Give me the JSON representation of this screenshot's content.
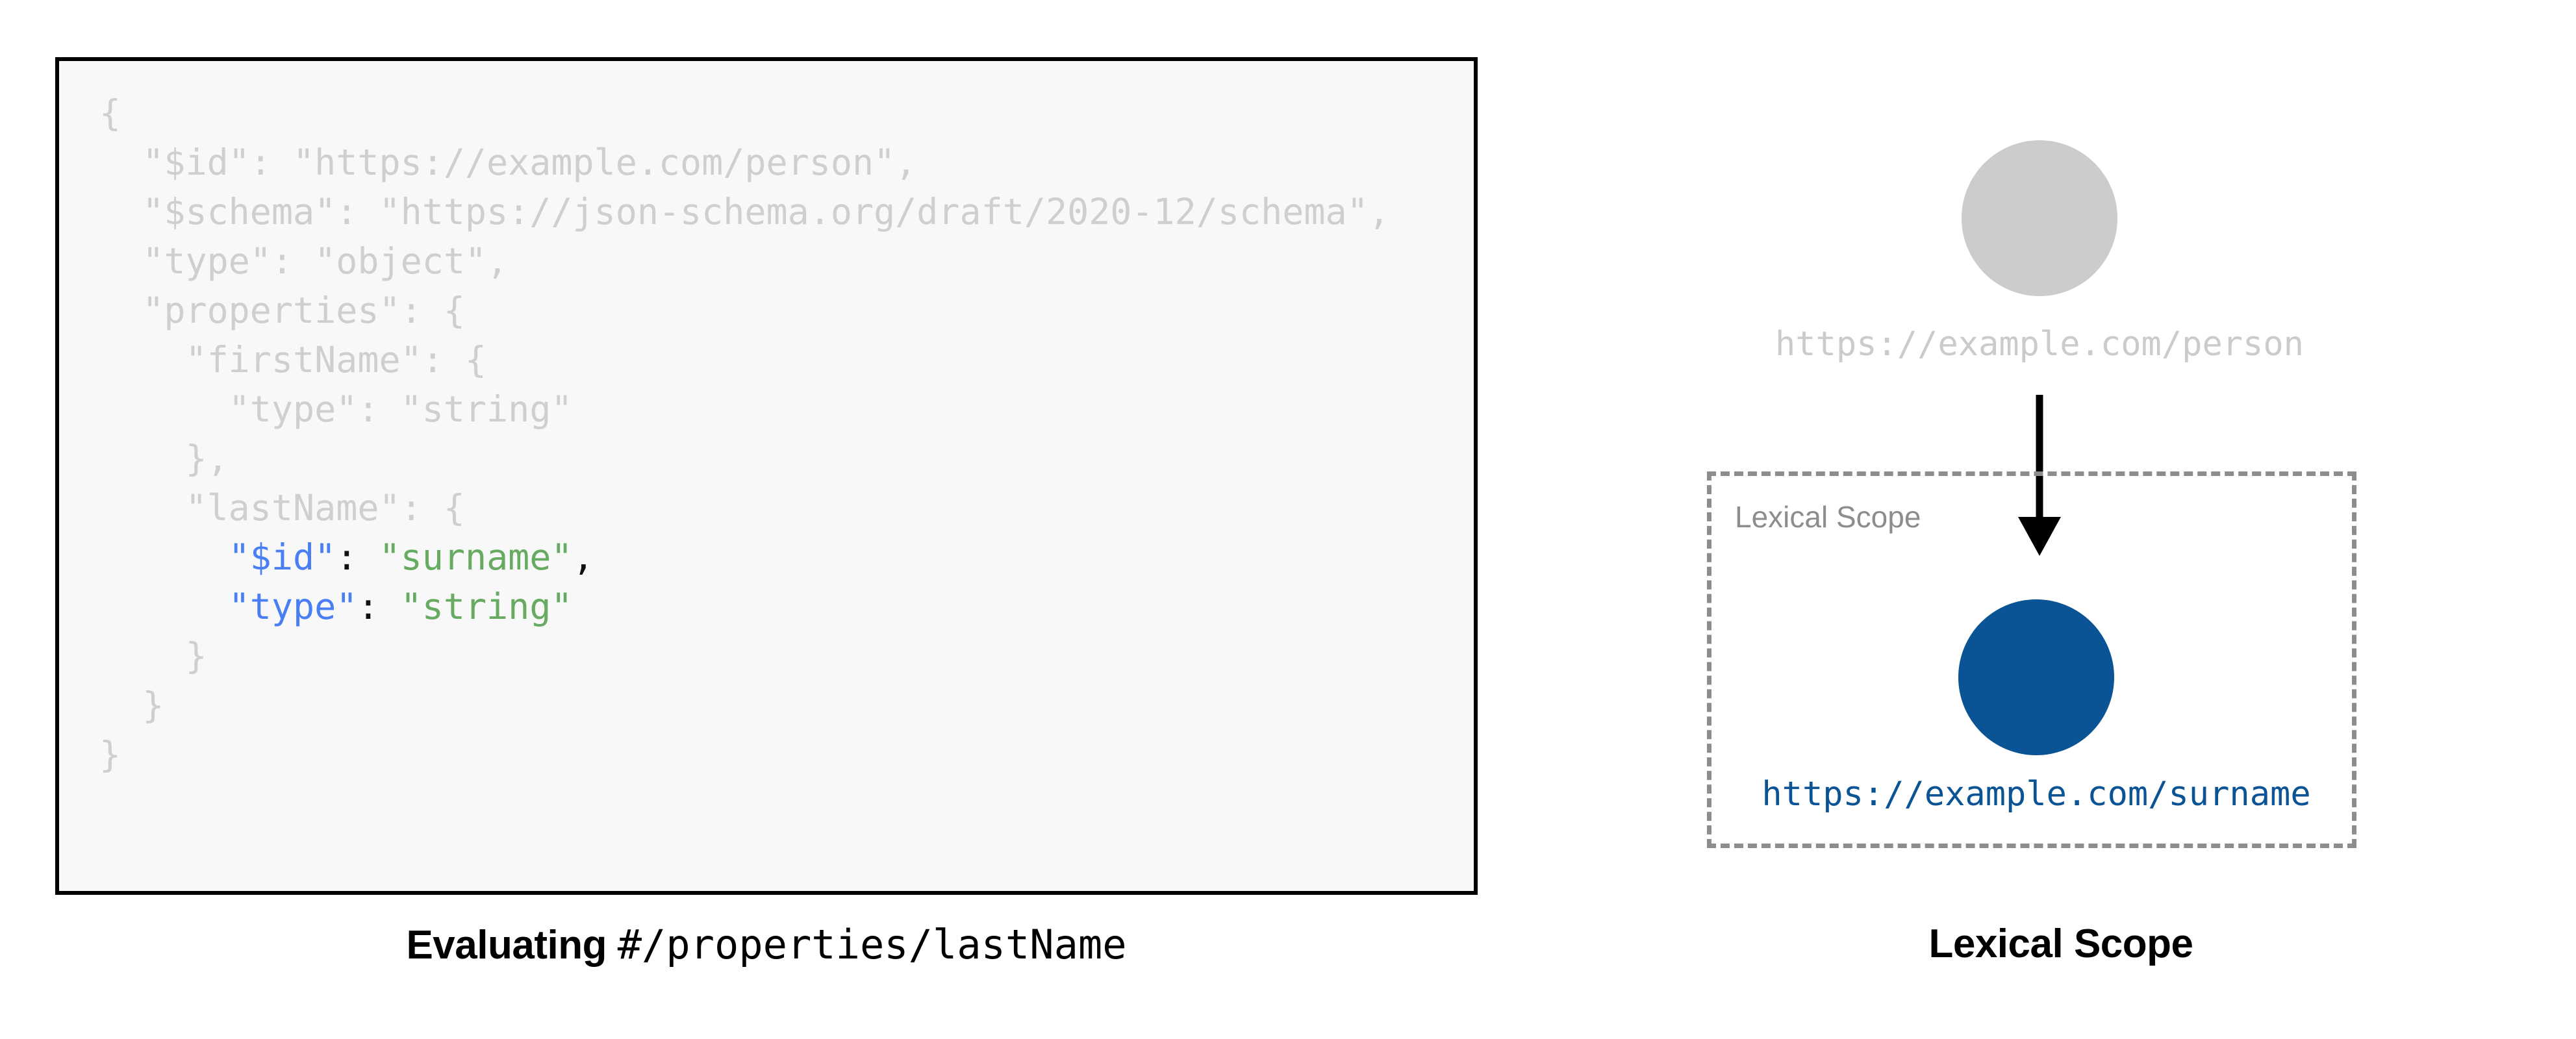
{
  "left": {
    "code_lines": [
      {
        "indent": 0,
        "tokens": [
          {
            "text": "{",
            "style": "dim"
          }
        ]
      },
      {
        "indent": 1,
        "tokens": [
          {
            "text": "\"$id\": \"https://example.com/person\",",
            "style": "dim"
          }
        ]
      },
      {
        "indent": 1,
        "tokens": [
          {
            "text": "\"$schema\": \"https://json-schema.org/draft/2020-12/schema\",",
            "style": "dim"
          }
        ]
      },
      {
        "indent": 1,
        "tokens": [
          {
            "text": "\"type\": \"object\",",
            "style": "dim"
          }
        ]
      },
      {
        "indent": 1,
        "tokens": [
          {
            "text": "\"properties\": {",
            "style": "dim"
          }
        ]
      },
      {
        "indent": 2,
        "tokens": [
          {
            "text": "\"firstName\": {",
            "style": "dim"
          }
        ]
      },
      {
        "indent": 3,
        "tokens": [
          {
            "text": "\"type\": \"string\"",
            "style": "dim"
          }
        ]
      },
      {
        "indent": 2,
        "tokens": [
          {
            "text": "},",
            "style": "dim"
          }
        ]
      },
      {
        "indent": 2,
        "tokens": [
          {
            "text": "\"lastName\": {",
            "style": "dim"
          }
        ]
      },
      {
        "indent": 3,
        "tokens": [
          {
            "text": "\"$id\"",
            "style": "key"
          },
          {
            "text": ": ",
            "style": "punct"
          },
          {
            "text": "\"surname\"",
            "style": "str"
          },
          {
            "text": ",",
            "style": "punct"
          }
        ]
      },
      {
        "indent": 3,
        "tokens": [
          {
            "text": "\"type\"",
            "style": "key"
          },
          {
            "text": ": ",
            "style": "punct"
          },
          {
            "text": "\"string\"",
            "style": "str"
          }
        ]
      },
      {
        "indent": 2,
        "tokens": [
          {
            "text": "}",
            "style": "dim"
          }
        ]
      },
      {
        "indent": 1,
        "tokens": [
          {
            "text": "}",
            "style": "dim"
          }
        ]
      },
      {
        "indent": 0,
        "tokens": [
          {
            "text": "}",
            "style": "dim"
          }
        ]
      }
    ],
    "caption_bold": "Evaluating",
    "caption_mono": "#/properties/lastName"
  },
  "right": {
    "outer_node_label": "https://example.com/person",
    "scope_box_label": "Lexical Scope",
    "inner_node_label": "https://example.com/surname",
    "caption": "Lexical Scope"
  },
  "colors": {
    "page_background": "#ffffff",
    "code_background": "#f8f8f8",
    "code_border": "#000000",
    "code_dim_text": "#cfcfcf",
    "code_key": "#4a7ef5",
    "code_string": "#67ab63",
    "code_punct": "#111111",
    "outer_node": "#cccccc",
    "outer_node_label": "#cbcbcb",
    "inner_node": "#0a5394",
    "inner_node_label": "#0a5394",
    "scope_border": "#8d8d8d",
    "scope_label": "#8d8d8d",
    "arrow": "#000000",
    "caption_text": "#000000"
  }
}
